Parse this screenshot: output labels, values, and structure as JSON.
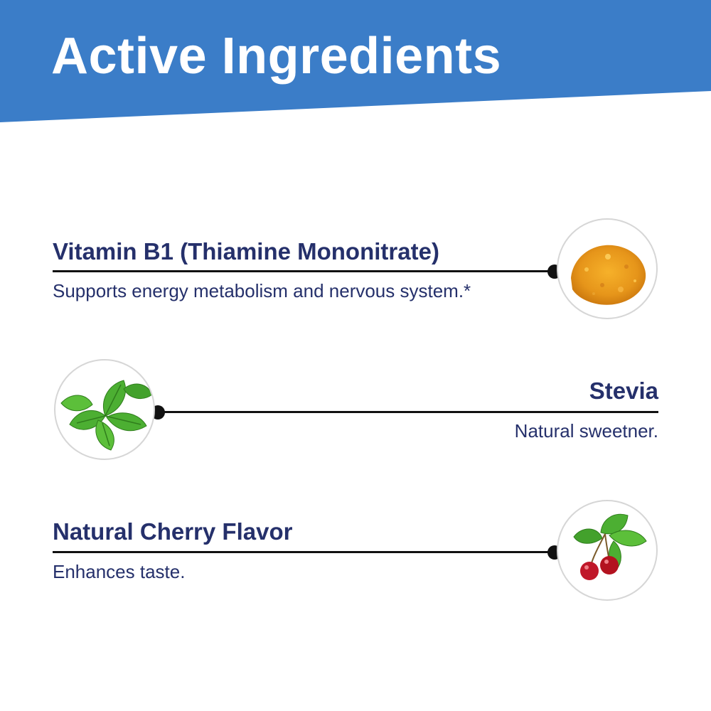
{
  "header": {
    "title": "Active Ingredients"
  },
  "ingredients": [
    {
      "name": "Vitamin B1 (Thiamine Mononitrate)",
      "description": "Supports energy metabolism and nervous system.*",
      "image": "turmeric-powder-image"
    },
    {
      "name": "Stevia",
      "description": "Natural sweetner.",
      "image": "stevia-leaves-image"
    },
    {
      "name": "Natural Cherry Flavor",
      "description": "Enhances taste.",
      "image": "cherries-image"
    }
  ],
  "colors": {
    "banner": "#3b7dc8",
    "text": "#25306b",
    "line": "#111111",
    "circle_border": "#d6d6d6"
  }
}
